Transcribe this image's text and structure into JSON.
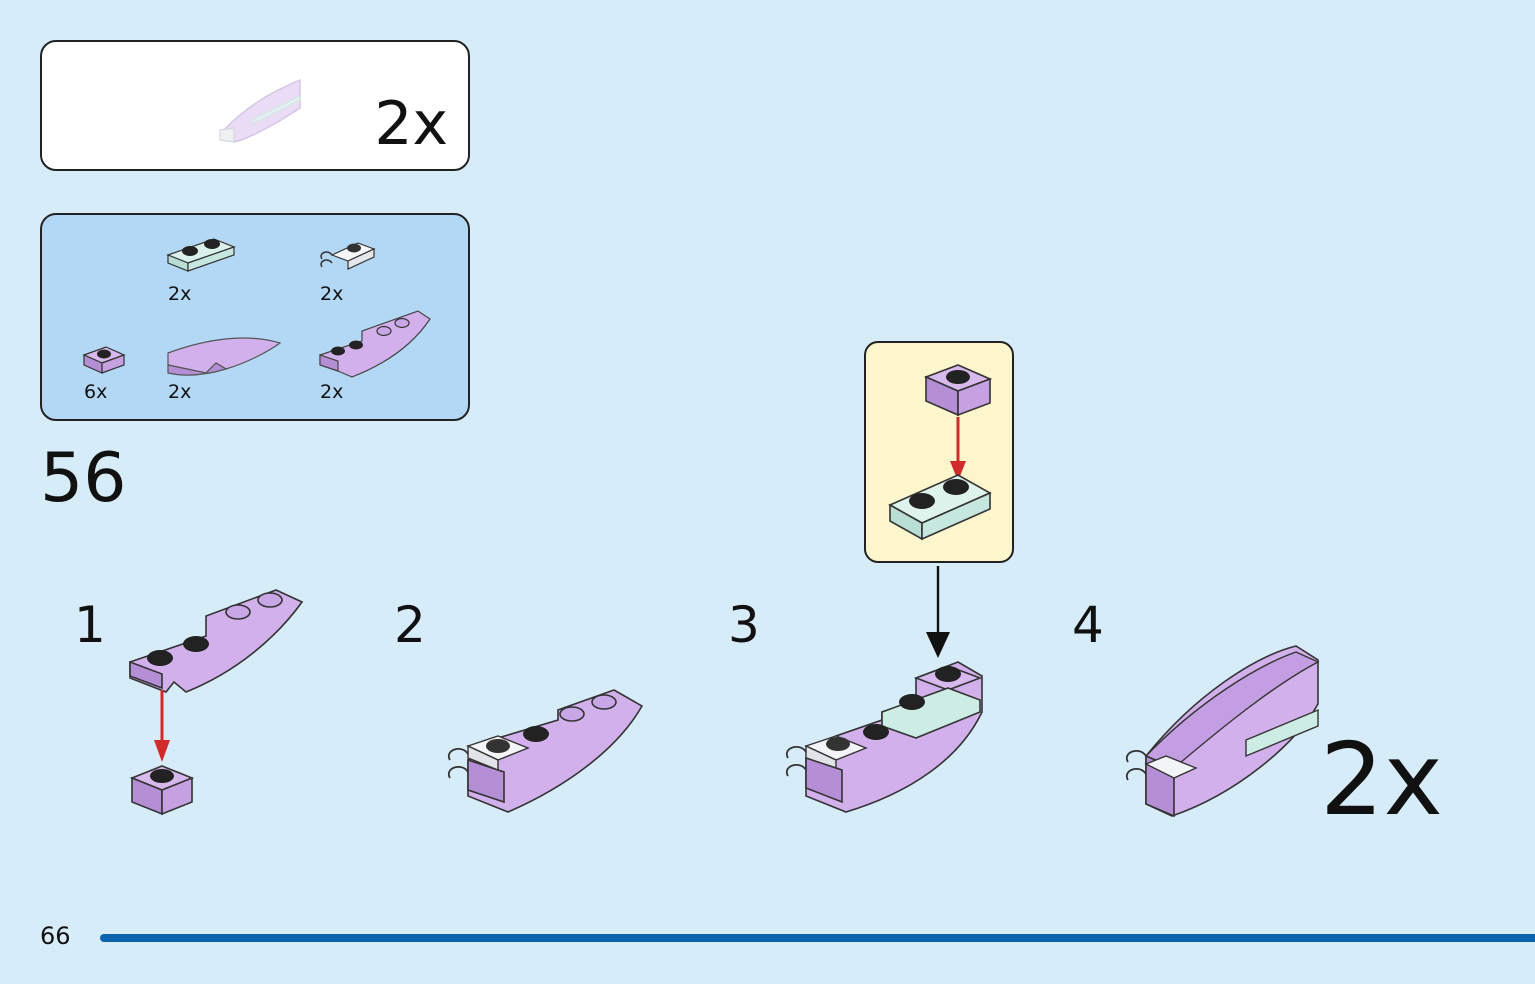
{
  "header_panel": {
    "multiplier": "2x"
  },
  "parts_list": {
    "items": [
      {
        "name": "plate-1x2-light-aqua",
        "qty": "2x"
      },
      {
        "name": "plate-1x2-with-clip-transparent",
        "qty": "2x"
      },
      {
        "name": "plate-1x1-lavender",
        "qty": "6x"
      },
      {
        "name": "curved-slope-lavender",
        "qty": "2x"
      },
      {
        "name": "curved-slope-with-studs-lavender",
        "qty": "2x"
      }
    ]
  },
  "step": {
    "number": "56"
  },
  "substeps": [
    {
      "label": "1"
    },
    {
      "label": "2"
    },
    {
      "label": "3"
    },
    {
      "label": "4"
    }
  ],
  "final_multiplier": "2x",
  "page_number": "66",
  "colors": {
    "background": "#d6ecf9",
    "parts_panel": "#b3d8f5",
    "callout": "#fdf5cc",
    "lavender": "#c9a6e6",
    "aqua": "#cdece3",
    "arrow_red": "#d12a2a",
    "footer_bar": "#0a63ad"
  }
}
